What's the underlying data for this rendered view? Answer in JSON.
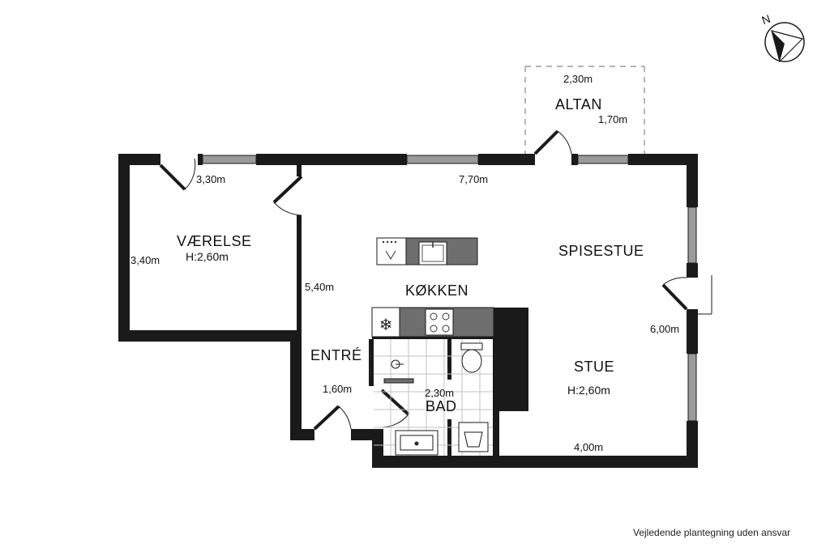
{
  "rooms": {
    "vaerelse": {
      "name": "VÆRELSE",
      "height": "H:2,60m"
    },
    "spisestue": {
      "name": "SPISESTUE"
    },
    "koekken": {
      "name": "KØKKEN"
    },
    "entre": {
      "name": "ENTRÉ"
    },
    "bad": {
      "name": "BAD"
    },
    "stue": {
      "name": "STUE",
      "height": "H:2,60m"
    },
    "altan": {
      "name": "ALTAN"
    }
  },
  "dimensions": {
    "altan_width": "2,30m",
    "altan_depth": "1,70m",
    "vaerelse_width": "3,30m",
    "vaerelse_depth": "3,40m",
    "main_width": "7,70m",
    "koekken_length": "5,40m",
    "entre_width": "1,60m",
    "bad_width": "2,30m",
    "stue_depth": "6,00m",
    "stue_width": "4,00m"
  },
  "compass": {
    "north_label": "N"
  },
  "disclaimer": "Vejledende plantegning uden ansvar",
  "colors": {
    "wall": "#1a1a1a",
    "window": "#8a8a8a",
    "counter": "#6e6e6e",
    "tile_grid": "#bdbdbd"
  }
}
